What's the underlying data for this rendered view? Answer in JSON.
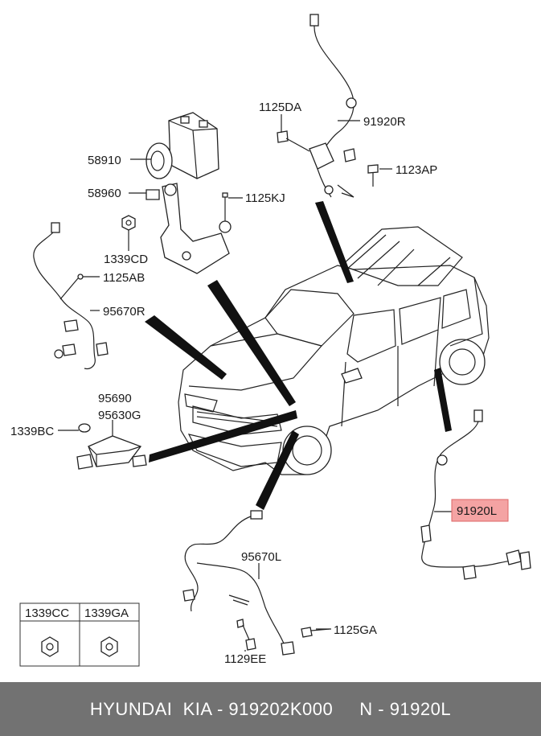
{
  "labels": {
    "p58910": "58910",
    "p58960": "58960",
    "p1339CD": "1339CD",
    "p1125KJ": "1125KJ",
    "p1125DA": "1125DA",
    "p91920R": "91920R",
    "p1123AP": "1123AP",
    "p1125AB": "1125AB",
    "p95670R": "95670R",
    "p95690": "95690",
    "p95630G": "95630G",
    "p1339BC": "1339BC",
    "p95670L": "95670L",
    "p1125GA": "1125GA",
    "p1129EE": "1129EE",
    "p91920L": "91920L"
  },
  "legend_table": {
    "col1": "1339CC",
    "col2": "1339GA"
  },
  "highlight_color": "#f4a3a3",
  "footer": {
    "text": "HYUNDAI  KIA - 919202K000     N - 91920L"
  }
}
